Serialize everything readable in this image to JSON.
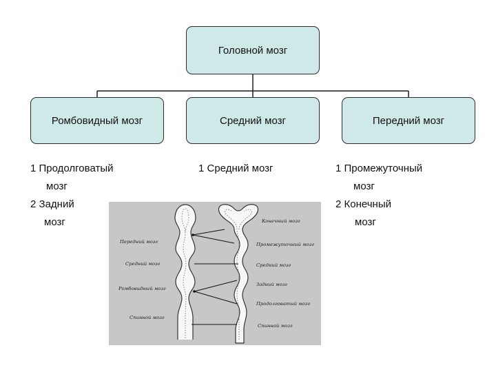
{
  "colors": {
    "box_fill": "#cfe8e8",
    "box_border": "#2b2b2b",
    "line": "#1a1a1a",
    "figure_bg": "#c7c7c7"
  },
  "root": {
    "label": "Головной мозг"
  },
  "divisions": [
    {
      "label": "Ромбовидный мозг",
      "items": [
        {
          "main": "1 Продолговатый",
          "cont": "мозг"
        },
        {
          "main": "2 Задний",
          "cont": "мозг"
        }
      ]
    },
    {
      "label": "Средний мозг",
      "items": [
        {
          "main": "1 Средний мозг",
          "cont": ""
        }
      ]
    },
    {
      "label": "Передний мозг",
      "items": [
        {
          "main": "1  Промежуточный",
          "cont": "мозг"
        },
        {
          "main": "2  Конечный",
          "cont": "мозг"
        }
      ]
    }
  ],
  "figure": {
    "left_labels": [
      "Передний мозг",
      "Средний мозг",
      "Ромбовидный мозг",
      "Спинной мозг"
    ],
    "right_labels": [
      "Конечный мозг",
      "Промежуточный мозг",
      "Средний мозг",
      "Задний мозг",
      "Продолговатый мозг",
      "Спинной мозг"
    ]
  }
}
